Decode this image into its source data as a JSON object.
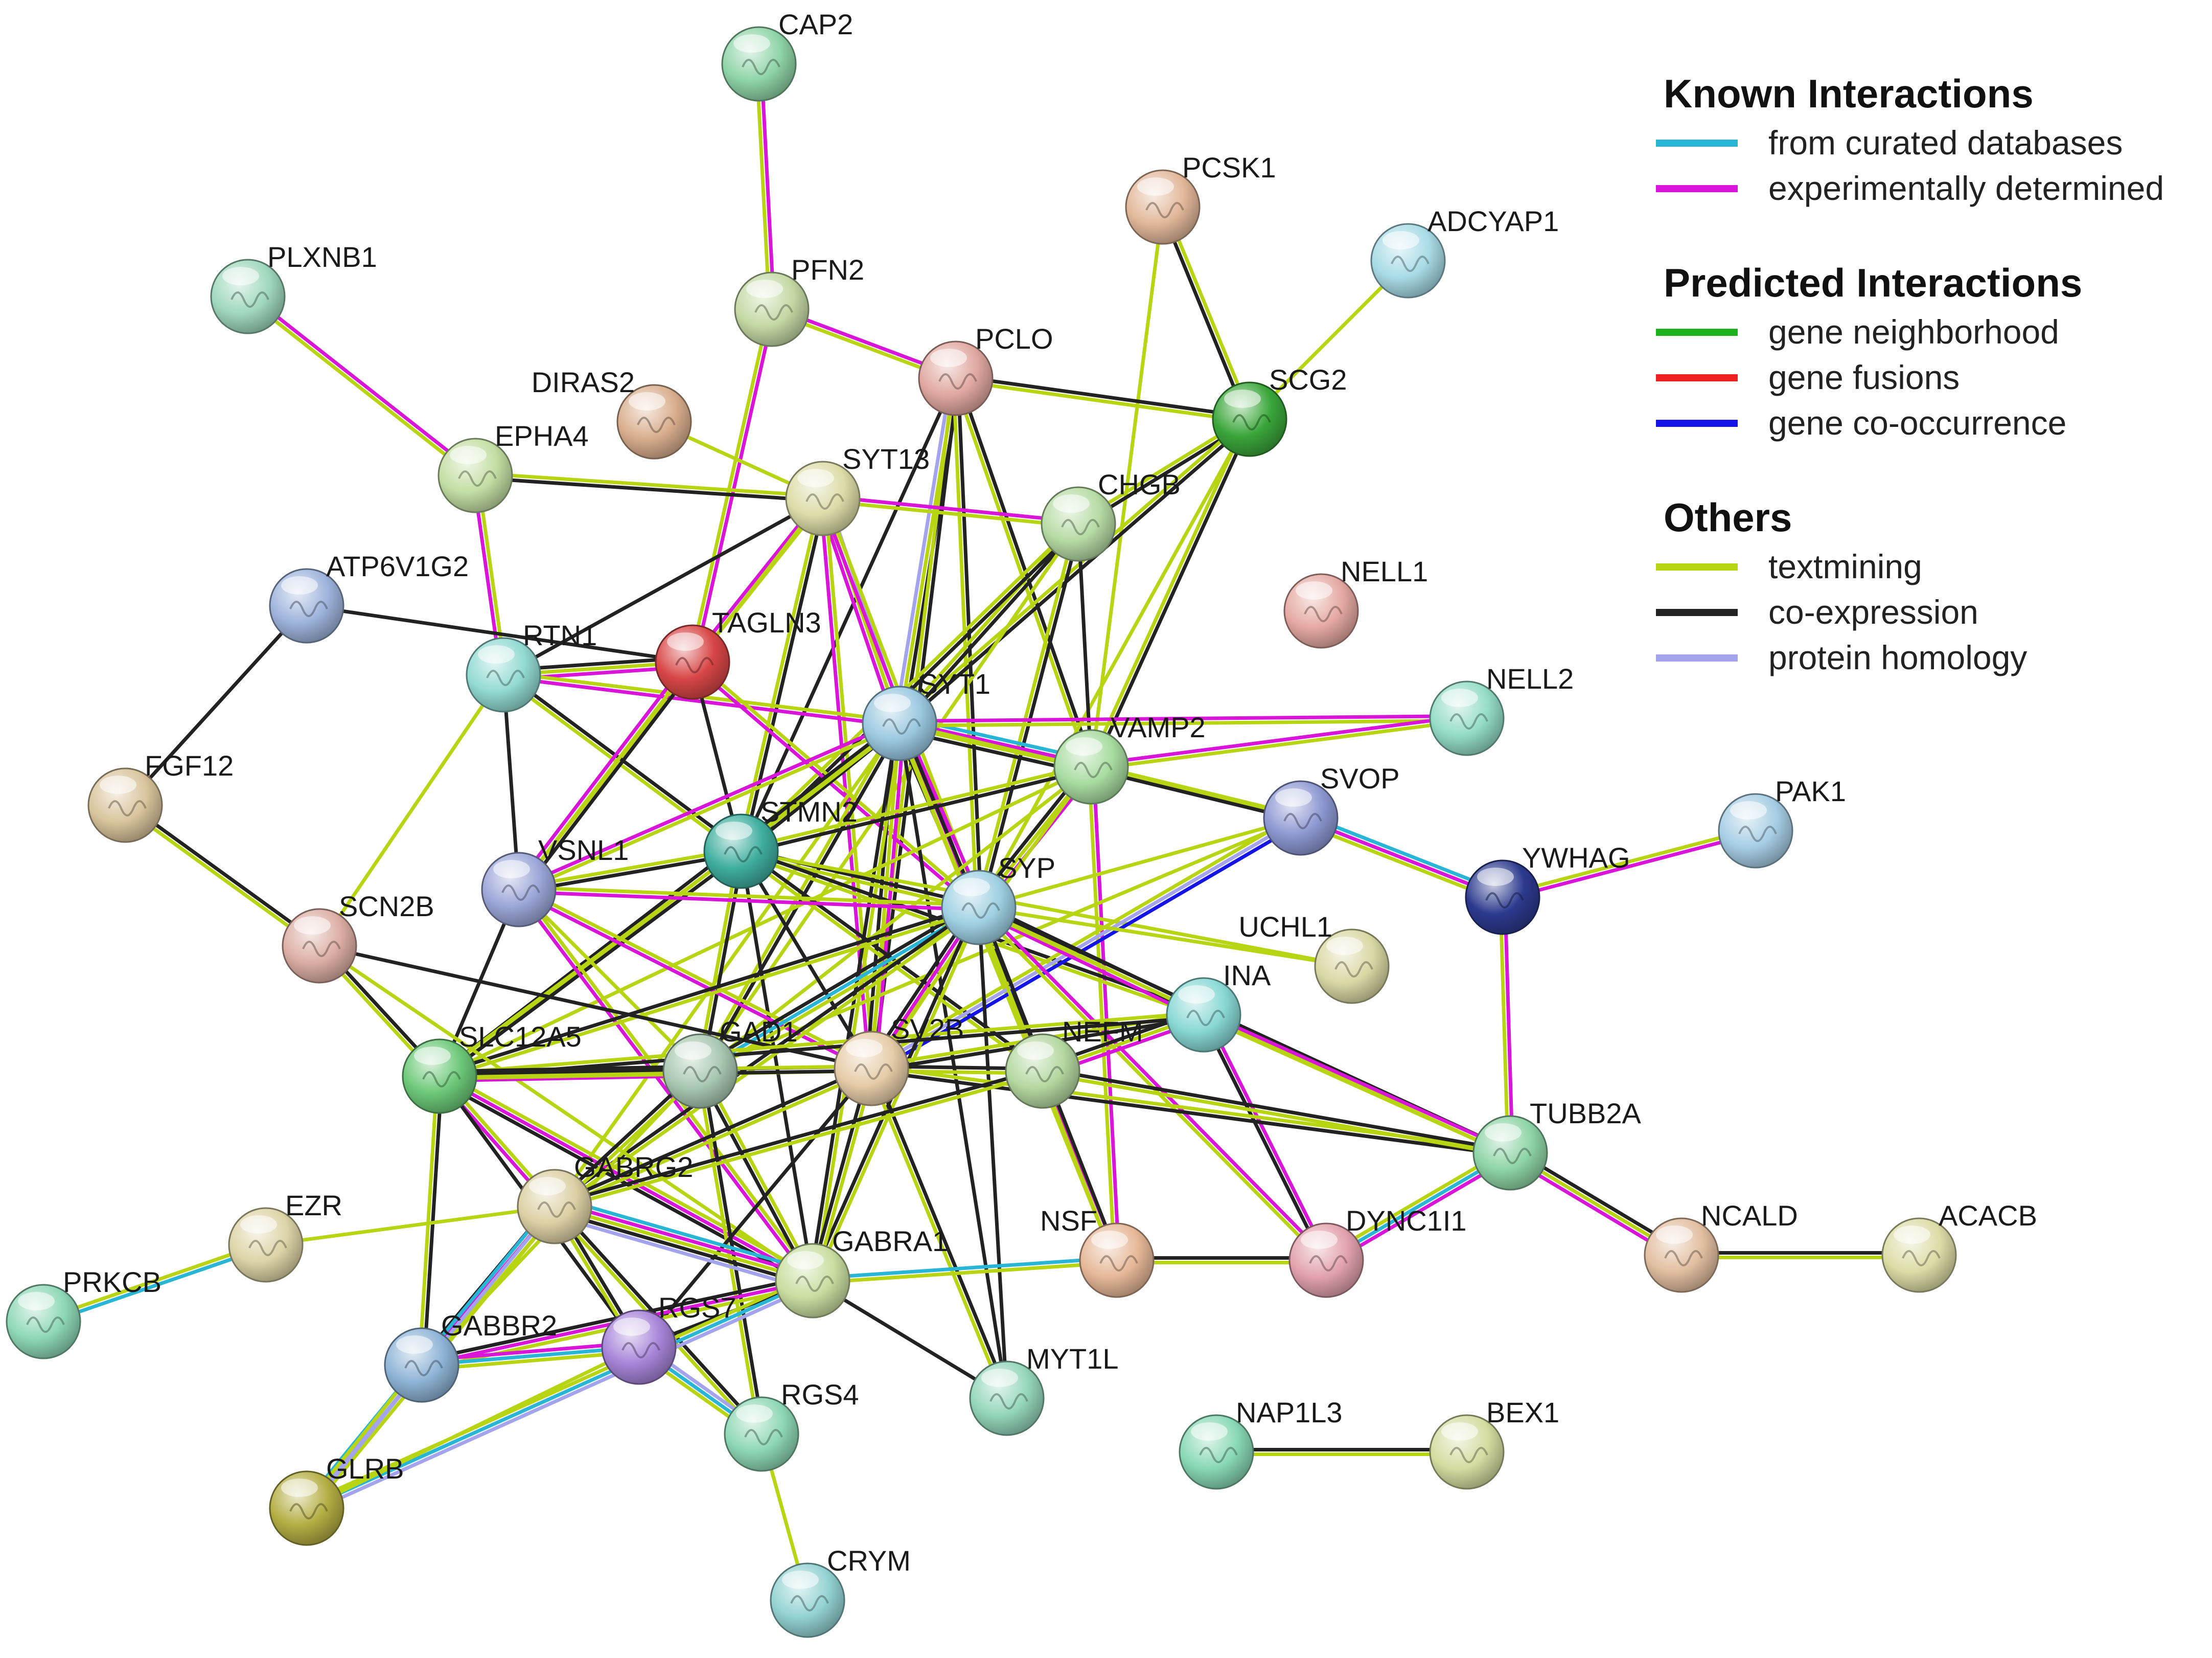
{
  "colors": {
    "curated": "#29b6d6",
    "experimental": "#d815d8",
    "neighborhood": "#1db11d",
    "fusion": "#ee2020",
    "cooccurrence": "#1414e6",
    "textmining": "#b8d412",
    "coexpression": "#222222",
    "homology": "#a3a3ee"
  },
  "legend": {
    "sections": [
      {
        "title": "Known Interactions",
        "items": [
          {
            "label": "from curated databases",
            "color": "curated"
          },
          {
            "label": "experimentally determined",
            "color": "experimental"
          }
        ]
      },
      {
        "title": "Predicted Interactions",
        "items": [
          {
            "label": "gene neighborhood",
            "color": "neighborhood"
          },
          {
            "label": "gene fusions",
            "color": "fusion"
          },
          {
            "label": "gene co-occurrence",
            "color": "cooccurrence"
          }
        ]
      },
      {
        "title": "Others",
        "items": [
          {
            "label": "textmining",
            "color": "textmining"
          },
          {
            "label": "co-expression",
            "color": "coexpression"
          },
          {
            "label": "protein homology",
            "color": "homology"
          }
        ]
      }
    ]
  },
  "nodes": [
    {
      "id": "CAP2",
      "color": "#8fd4a8"
    },
    {
      "id": "PCSK1",
      "color": "#e2b89a"
    },
    {
      "id": "ADCYAP1",
      "color": "#a8dbe6"
    },
    {
      "id": "PLXNB1",
      "color": "#9fd8bd"
    },
    {
      "id": "PFN2",
      "color": "#c3d9a4"
    },
    {
      "id": "PCLO",
      "color": "#e0a8a0"
    },
    {
      "id": "SCG2",
      "color": "#3aa63a"
    },
    {
      "id": "DIRAS2",
      "color": "#d9ae8e"
    },
    {
      "id": "EPHA4",
      "color": "#c3dea3"
    },
    {
      "id": "SYT13",
      "color": "#dcdca8"
    },
    {
      "id": "CHGB",
      "color": "#b6dba4"
    },
    {
      "id": "ATP6V1G2",
      "color": "#9eb4dc"
    },
    {
      "id": "NELL1",
      "color": "#e5a9a2"
    },
    {
      "id": "RTN1",
      "color": "#92dad2"
    },
    {
      "id": "TAGLN3",
      "color": "#d84646"
    },
    {
      "id": "SYT1",
      "color": "#9ac8e0"
    },
    {
      "id": "NELL2",
      "color": "#94dcc8"
    },
    {
      "id": "VAMP2",
      "color": "#a8dca0"
    },
    {
      "id": "FGF12",
      "color": "#d9c49c"
    },
    {
      "id": "STMN2",
      "color": "#3fae9e"
    },
    {
      "id": "SVOP",
      "color": "#8e98d2"
    },
    {
      "id": "PAK1",
      "color": "#a6cde4"
    },
    {
      "id": "VSNL1",
      "color": "#9ca6d8"
    },
    {
      "id": "SYP",
      "color": "#9ed0e2"
    },
    {
      "id": "YWHAG",
      "color": "#2c3a8e"
    },
    {
      "id": "SCN2B",
      "color": "#dcaea4"
    },
    {
      "id": "UCHL1",
      "color": "#d9d8a4"
    },
    {
      "id": "INA",
      "color": "#88d8d4"
    },
    {
      "id": "SLC12A5",
      "color": "#6cc878"
    },
    {
      "id": "GAD1",
      "color": "#a8c8b0"
    },
    {
      "id": "SV2B",
      "color": "#e6cca8"
    },
    {
      "id": "NEFM",
      "color": "#b4d8a0"
    },
    {
      "id": "TUBB2A",
      "color": "#8ed4a6"
    },
    {
      "id": "GABRG2",
      "color": "#dcd0a4"
    },
    {
      "id": "EZR",
      "color": "#ddd4a6"
    },
    {
      "id": "NSF",
      "color": "#e6b898"
    },
    {
      "id": "DYNC1I1",
      "color": "#e2a2ac"
    },
    {
      "id": "NCALD",
      "color": "#e2bea0"
    },
    {
      "id": "ACACB",
      "color": "#dcdca6"
    },
    {
      "id": "GABRA1",
      "color": "#c8dea0"
    },
    {
      "id": "PRKCB",
      "color": "#8ed8b6"
    },
    {
      "id": "GABBR2",
      "color": "#8eb4d6"
    },
    {
      "id": "RGS7",
      "color": "#a684d8"
    },
    {
      "id": "RGS4",
      "color": "#8ed8b4"
    },
    {
      "id": "MYT1L",
      "color": "#94d6ba"
    },
    {
      "id": "NAP1L3",
      "color": "#88d8b4"
    },
    {
      "id": "BEX1",
      "color": "#d4dca0"
    },
    {
      "id": "GLRB",
      "color": "#b4ae44"
    },
    {
      "id": "CRYM",
      "color": "#94d2d2"
    }
  ],
  "edges": [
    [
      "CAP2",
      "PFN2",
      [
        "experimental",
        "textmining"
      ]
    ],
    [
      "PFN2",
      "PCLO",
      [
        "experimental",
        "textmining"
      ]
    ],
    [
      "PFN2",
      "TAGLN3",
      [
        "experimental",
        "textmining"
      ]
    ],
    [
      "PCSK1",
      "SCG2",
      [
        "textmining",
        "coexpression"
      ]
    ],
    [
      "PCSK1",
      "VAMP2",
      [
        "textmining"
      ]
    ],
    [
      "ADCYAP1",
      "SCG2",
      [
        "textmining"
      ]
    ],
    [
      "PLXNB1",
      "EPHA4",
      [
        "experimental",
        "textmining"
      ]
    ],
    [
      "PCLO",
      "SCG2",
      [
        "coexpression",
        "textmining"
      ]
    ],
    [
      "PCLO",
      "SYT1",
      [
        "coexpression",
        "textmining",
        "homology"
      ]
    ],
    [
      "PCLO",
      "VAMP2",
      [
        "coexpression",
        "textmining"
      ]
    ],
    [
      "PCLO",
      "STMN2",
      [
        "coexpression"
      ]
    ],
    [
      "PCLO",
      "SV2B",
      [
        "coexpression",
        "textmining"
      ]
    ],
    [
      "PCLO",
      "SYP",
      [
        "coexpression",
        "textmining"
      ]
    ],
    [
      "SCG2",
      "CHGB",
      [
        "coexpression",
        "textmining"
      ]
    ],
    [
      "SCG2",
      "SYT1",
      [
        "coexpression",
        "textmining"
      ]
    ],
    [
      "SCG2",
      "VAMP2",
      [
        "coexpression",
        "textmining"
      ]
    ],
    [
      "SCG2",
      "SYP",
      [
        "textmining"
      ]
    ],
    [
      "DIRAS2",
      "SYT13",
      [
        "textmining"
      ]
    ],
    [
      "EPHA4",
      "SYT13",
      [
        "textmining",
        "coexpression"
      ]
    ],
    [
      "EPHA4",
      "RTN1",
      [
        "textmining",
        "experimental"
      ]
    ],
    [
      "SYT13",
      "CHGB",
      [
        "experimental",
        "textmining"
      ]
    ],
    [
      "SYT13",
      "SYT1",
      [
        "homology",
        "textmining",
        "experimental"
      ]
    ],
    [
      "SYT13",
      "STMN2",
      [
        "coexpression",
        "textmining"
      ]
    ],
    [
      "SYT13",
      "TAGLN3",
      [
        "textmining",
        "experimental"
      ]
    ],
    [
      "SYT13",
      "RTN1",
      [
        "coexpression"
      ]
    ],
    [
      "SYT13",
      "SV2B",
      [
        "textmining",
        "experimental"
      ]
    ],
    [
      "SYT13",
      "SYP",
      [
        "textmining",
        "experimental"
      ]
    ],
    [
      "SYT13",
      "VSNL1",
      [
        "textmining"
      ]
    ],
    [
      "CHGB",
      "SYT1",
      [
        "coexpression",
        "textmining"
      ]
    ],
    [
      "CHGB",
      "SYP",
      [
        "coexpression",
        "textmining"
      ]
    ],
    [
      "CHGB",
      "STMN2",
      [
        "coexpression",
        "textmining"
      ]
    ],
    [
      "CHGB",
      "VAMP2",
      [
        "coexpression"
      ]
    ],
    [
      "CHGB",
      "GAD1",
      [
        "textmining"
      ]
    ],
    [
      "ATP6V1G2",
      "FGF12",
      [
        "coexpression"
      ]
    ],
    [
      "ATP6V1G2",
      "TAGLN3",
      [
        "coexpression"
      ]
    ],
    [
      "RTN1",
      "TAGLN3",
      [
        "coexpression",
        "textmining",
        "experimental"
      ]
    ],
    [
      "RTN1",
      "STMN2",
      [
        "coexpression",
        "textmining"
      ]
    ],
    [
      "RTN1",
      "SCN2B",
      [
        "textmining"
      ]
    ],
    [
      "RTN1",
      "VSNL1",
      [
        "coexpression"
      ]
    ],
    [
      "RTN1",
      "SYT1",
      [
        "textmining",
        "experimental"
      ]
    ],
    [
      "TAGLN3",
      "VSNL1",
      [
        "coexpression",
        "textmining",
        "experimental"
      ]
    ],
    [
      "TAGLN3",
      "STMN2",
      [
        "coexpression"
      ]
    ],
    [
      "TAGLN3",
      "SYP",
      [
        "textmining",
        "experimental"
      ]
    ],
    [
      "SYT1",
      "VAMP2",
      [
        "curated",
        "experimental",
        "textmining",
        "coexpression"
      ]
    ],
    [
      "SYT1",
      "NELL2",
      [
        "experimental",
        "textmining"
      ]
    ],
    [
      "SYT1",
      "STMN2",
      [
        "coexpression",
        "textmining"
      ]
    ],
    [
      "SYT1",
      "SYP",
      [
        "experimental",
        "textmining",
        "coexpression"
      ]
    ],
    [
      "SYT1",
      "SVOP",
      [
        "textmining"
      ]
    ],
    [
      "SYT1",
      "SV2B",
      [
        "experimental",
        "textmining",
        "coexpression"
      ]
    ],
    [
      "SYT1",
      "GAD1",
      [
        "coexpression",
        "textmining"
      ]
    ],
    [
      "SYT1",
      "GABRA1",
      [
        "textmining",
        "coexpression"
      ]
    ],
    [
      "SYT1",
      "VSNL1",
      [
        "textmining",
        "experimental"
      ]
    ],
    [
      "SYT1",
      "NSF",
      [
        "experimental",
        "textmining"
      ]
    ],
    [
      "SYT1",
      "NEFM",
      [
        "coexpression",
        "textmining"
      ]
    ],
    [
      "SYT1",
      "SLC12A5",
      [
        "textmining",
        "coexpression"
      ]
    ],
    [
      "SYT1",
      "MYT1L",
      [
        "coexpression"
      ]
    ],
    [
      "SYT1",
      "GABRG2",
      [
        "textmining"
      ]
    ],
    [
      "VAMP2",
      "NELL2",
      [
        "experimental",
        "textmining"
      ]
    ],
    [
      "VAMP2",
      "SVOP",
      [
        "textmining",
        "coexpression"
      ]
    ],
    [
      "VAMP2",
      "SYP",
      [
        "experimental",
        "textmining",
        "coexpression"
      ]
    ],
    [
      "VAMP2",
      "STMN2",
      [
        "coexpression",
        "textmining"
      ]
    ],
    [
      "VAMP2",
      "NSF",
      [
        "experimental",
        "textmining"
      ]
    ],
    [
      "VAMP2",
      "SV2B",
      [
        "textmining"
      ]
    ],
    [
      "VAMP2",
      "GAD1",
      [
        "textmining"
      ]
    ],
    [
      "VAMP2",
      "SLC12A5",
      [
        "textmining"
      ]
    ],
    [
      "FGF12",
      "SCN2B",
      [
        "coexpression",
        "textmining"
      ]
    ],
    [
      "STMN2",
      "SYP",
      [
        "coexpression",
        "textmining"
      ]
    ],
    [
      "STMN2",
      "VSNL1",
      [
        "coexpression",
        "textmining"
      ]
    ],
    [
      "STMN2",
      "GAD1",
      [
        "coexpression",
        "textmining"
      ]
    ],
    [
      "STMN2",
      "SV2B",
      [
        "coexpression"
      ]
    ],
    [
      "STMN2",
      "SLC12A5",
      [
        "coexpression",
        "textmining"
      ]
    ],
    [
      "STMN2",
      "GABRA1",
      [
        "coexpression"
      ]
    ],
    [
      "STMN2",
      "INA",
      [
        "coexpression",
        "textmining"
      ]
    ],
    [
      "STMN2",
      "NEFM",
      [
        "coexpression",
        "textmining"
      ]
    ],
    [
      "STMN2",
      "UCHL1",
      [
        "textmining"
      ]
    ],
    [
      "SVOP",
      "YWHAG",
      [
        "curated",
        "experimental",
        "textmining"
      ]
    ],
    [
      "SVOP",
      "SYP",
      [
        "textmining"
      ]
    ],
    [
      "SVOP",
      "SV2B",
      [
        "cooccurrence",
        "homology",
        "textmining"
      ]
    ],
    [
      "SVOP",
      "GAD1",
      [
        "textmining"
      ]
    ],
    [
      "PAK1",
      "YWHAG",
      [
        "experimental",
        "textmining"
      ]
    ],
    [
      "YWHAG",
      "TUBB2A",
      [
        "experimental",
        "textmining"
      ]
    ],
    [
      "VSNL1",
      "SYP",
      [
        "textmining",
        "experimental"
      ]
    ],
    [
      "VSNL1",
      "SV2B",
      [
        "textmining",
        "experimental"
      ]
    ],
    [
      "VSNL1",
      "GABRA1",
      [
        "textmining",
        "experimental"
      ]
    ],
    [
      "VSNL1",
      "SLC12A5",
      [
        "coexpression"
      ]
    ],
    [
      "VSNL1",
      "GAD1",
      [
        "textmining"
      ]
    ],
    [
      "SYP",
      "INA",
      [
        "coexpression",
        "textmining",
        "experimental"
      ]
    ],
    [
      "SYP",
      "NEFM",
      [
        "coexpression",
        "textmining"
      ]
    ],
    [
      "SYP",
      "SV2B",
      [
        "textmining",
        "experimental",
        "coexpression"
      ]
    ],
    [
      "SYP",
      "GAD1",
      [
        "textmining",
        "curated",
        "coexpression"
      ]
    ],
    [
      "SYP",
      "SLC12A5",
      [
        "textmining",
        "coexpression"
      ]
    ],
    [
      "SYP",
      "GABRA1",
      [
        "textmining",
        "coexpression"
      ]
    ],
    [
      "SYP",
      "GABRG2",
      [
        "textmining",
        "coexpression"
      ]
    ],
    [
      "SYP",
      "TUBB2A",
      [
        "coexpression",
        "textmining"
      ]
    ],
    [
      "SYP",
      "DYNC1I1",
      [
        "experimental",
        "textmining"
      ]
    ],
    [
      "SYP",
      "MYT1L",
      [
        "coexpression"
      ]
    ],
    [
      "SYP",
      "UCHL1",
      [
        "textmining"
      ]
    ],
    [
      "SCN2B",
      "SLC12A5",
      [
        "coexpression",
        "textmining"
      ]
    ],
    [
      "SCN2B",
      "GABRA1",
      [
        "textmining"
      ]
    ],
    [
      "SCN2B",
      "SV2B",
      [
        "coexpression"
      ]
    ],
    [
      "INA",
      "NEFM",
      [
        "experimental",
        "textmining",
        "coexpression"
      ]
    ],
    [
      "INA",
      "SV2B",
      [
        "coexpression",
        "textmining"
      ]
    ],
    [
      "INA",
      "TUBB2A",
      [
        "experimental",
        "textmining"
      ]
    ],
    [
      "INA",
      "DYNC1I1",
      [
        "experimental",
        "coexpression"
      ]
    ],
    [
      "INA",
      "SLC12A5",
      [
        "coexpression",
        "textmining"
      ]
    ],
    [
      "SLC12A5",
      "GAD1",
      [
        "coexpression",
        "textmining",
        "experimental"
      ]
    ],
    [
      "SLC12A5",
      "SV2B",
      [
        "coexpression",
        "textmining"
      ]
    ],
    [
      "SLC12A5",
      "GABRA1",
      [
        "textmining",
        "experimental",
        "coexpression"
      ]
    ],
    [
      "SLC12A5",
      "GABRG2",
      [
        "textmining",
        "experimental"
      ]
    ],
    [
      "SLC12A5",
      "GABBR2",
      [
        "coexpression",
        "textmining"
      ]
    ],
    [
      "SLC12A5",
      "RGS7",
      [
        "coexpression"
      ]
    ],
    [
      "GAD1",
      "SV2B",
      [
        "textmining",
        "coexpression"
      ]
    ],
    [
      "GAD1",
      "GABRA1",
      [
        "textmining",
        "coexpression"
      ]
    ],
    [
      "GAD1",
      "GABRG2",
      [
        "textmining",
        "coexpression"
      ]
    ],
    [
      "GAD1",
      "RGS4",
      [
        "coexpression",
        "textmining"
      ]
    ],
    [
      "GAD1",
      "GABBR2",
      [
        "textmining"
      ]
    ],
    [
      "SV2B",
      "NEFM",
      [
        "coexpression",
        "textmining"
      ]
    ],
    [
      "SV2B",
      "GABRA1",
      [
        "textmining",
        "coexpression"
      ]
    ],
    [
      "SV2B",
      "GABRG2",
      [
        "textmining",
        "coexpression"
      ]
    ],
    [
      "SV2B",
      "RGS7",
      [
        "coexpression"
      ]
    ],
    [
      "SV2B",
      "MYT1L",
      [
        "coexpression",
        "textmining"
      ]
    ],
    [
      "SV2B",
      "TUBB2A",
      [
        "textmining",
        "coexpression"
      ]
    ],
    [
      "NEFM",
      "TUBB2A",
      [
        "coexpression",
        "textmining"
      ]
    ],
    [
      "NEFM",
      "NSF",
      [
        "coexpression",
        "textmining"
      ]
    ],
    [
      "NEFM",
      "GABRG2",
      [
        "textmining",
        "coexpression"
      ]
    ],
    [
      "TUBB2A",
      "DYNC1I1",
      [
        "experimental",
        "curated",
        "textmining"
      ]
    ],
    [
      "TUBB2A",
      "NCALD",
      [
        "coexpression",
        "textmining",
        "experimental"
      ]
    ],
    [
      "NSF",
      "DYNC1I1",
      [
        "coexpression",
        "textmining"
      ]
    ],
    [
      "NCALD",
      "ACACB",
      [
        "coexpression",
        "textmining"
      ]
    ],
    [
      "GABRG2",
      "GABRA1",
      [
        "curated",
        "experimental",
        "textmining",
        "coexpression",
        "homology"
      ]
    ],
    [
      "GABRG2",
      "GABBR2",
      [
        "textmining",
        "experimental",
        "coexpression"
      ]
    ],
    [
      "GABRG2",
      "RGS7",
      [
        "coexpression",
        "textmining"
      ]
    ],
    [
      "GABRG2",
      "EZR",
      [
        "textmining"
      ]
    ],
    [
      "GABRG2",
      "GLRB",
      [
        "textmining",
        "homology",
        "curated"
      ]
    ],
    [
      "GABRG2",
      "RGS4",
      [
        "coexpression",
        "textmining"
      ]
    ],
    [
      "GABRA1",
      "GABBR2",
      [
        "textmining",
        "experimental",
        "coexpression"
      ]
    ],
    [
      "GABRA1",
      "RGS7",
      [
        "coexpression"
      ]
    ],
    [
      "GABRA1",
      "NSF",
      [
        "curated",
        "textmining"
      ]
    ],
    [
      "GABRA1",
      "GLRB",
      [
        "homology",
        "curated",
        "textmining"
      ]
    ],
    [
      "GABRA1",
      "MYT1L",
      [
        "coexpression"
      ]
    ],
    [
      "EZR",
      "PRKCB",
      [
        "curated",
        "textmining"
      ]
    ],
    [
      "GABBR2",
      "RGS7",
      [
        "experimental",
        "curated",
        "textmining"
      ]
    ],
    [
      "GABBR2",
      "GLRB",
      [
        "homology",
        "textmining"
      ]
    ],
    [
      "RGS7",
      "RGS4",
      [
        "homology",
        "curated",
        "textmining"
      ]
    ],
    [
      "RGS7",
      "GLRB",
      [
        "textmining"
      ]
    ],
    [
      "RGS4",
      "CRYM",
      [
        "textmining"
      ]
    ],
    [
      "NAP1L3",
      "BEX1",
      [
        "coexpression",
        "textmining"
      ]
    ]
  ]
}
